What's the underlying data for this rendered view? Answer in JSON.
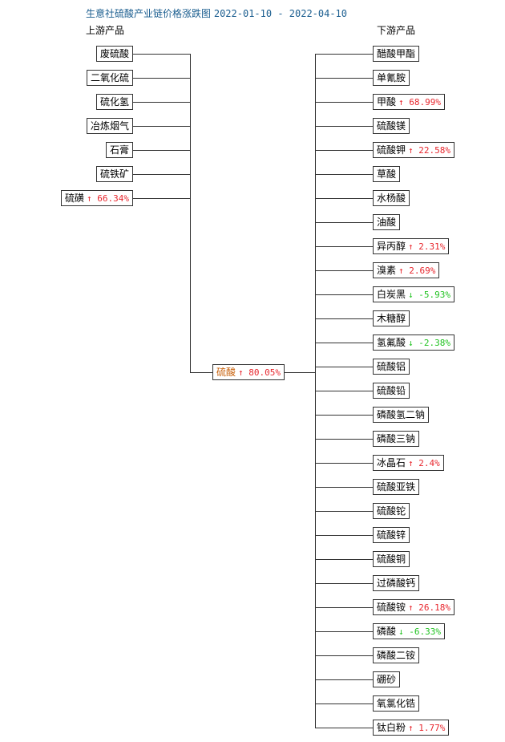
{
  "title": "生意社硫酸产业链价格涨跌图",
  "date_range": "2022-01-10 - 2022-04-10",
  "upstream_header": "上游产品",
  "downstream_header": "下游产品",
  "center": {
    "name": "硫酸",
    "arrow": "↑",
    "change": "80.05%",
    "direction": "up"
  },
  "upstream": [
    {
      "name": "废硫酸"
    },
    {
      "name": "二氧化硫"
    },
    {
      "name": "硫化氢"
    },
    {
      "name": "冶炼烟气"
    },
    {
      "name": "石膏"
    },
    {
      "name": "硫铁矿"
    },
    {
      "name": "硫磺",
      "arrow": "↑",
      "change": "66.34%",
      "direction": "up"
    }
  ],
  "downstream": [
    {
      "name": "醋酸甲酯"
    },
    {
      "name": "单氰胺"
    },
    {
      "name": "甲酸",
      "arrow": "↑",
      "change": "68.99%",
      "direction": "up"
    },
    {
      "name": "硫酸镁"
    },
    {
      "name": "硫酸钾",
      "arrow": "↑",
      "change": "22.58%",
      "direction": "up"
    },
    {
      "name": "草酸"
    },
    {
      "name": "水杨酸"
    },
    {
      "name": "油酸"
    },
    {
      "name": "异丙醇",
      "arrow": "↑",
      "change": "2.31%",
      "direction": "up"
    },
    {
      "name": "溴素",
      "arrow": "↑",
      "change": "2.69%",
      "direction": "up"
    },
    {
      "name": "白炭黑",
      "arrow": "↓",
      "change": "-5.93%",
      "direction": "down"
    },
    {
      "name": "木糖醇"
    },
    {
      "name": "氢氟酸",
      "arrow": "↓",
      "change": "-2.38%",
      "direction": "down"
    },
    {
      "name": "硫酸铝"
    },
    {
      "name": "硫酸铅"
    },
    {
      "name": "磷酸氢二钠"
    },
    {
      "name": "磷酸三钠"
    },
    {
      "name": "冰晶石",
      "arrow": "↑",
      "change": "2.4%",
      "direction": "up"
    },
    {
      "name": "硫酸亚铁"
    },
    {
      "name": "硫酸铊"
    },
    {
      "name": "硫酸锌"
    },
    {
      "name": "硫酸铜"
    },
    {
      "name": "过磷酸钙"
    },
    {
      "name": "硫酸铵",
      "arrow": "↑",
      "change": "26.18%",
      "direction": "up"
    },
    {
      "name": "磷酸",
      "arrow": "↓",
      "change": "-6.33%",
      "direction": "down"
    },
    {
      "name": "磷酸二铵"
    },
    {
      "name": "硼砂"
    },
    {
      "name": "氧氯化锆"
    },
    {
      "name": "钛白粉",
      "arrow": "↑",
      "change": "1.77%",
      "direction": "up"
    }
  ]
}
